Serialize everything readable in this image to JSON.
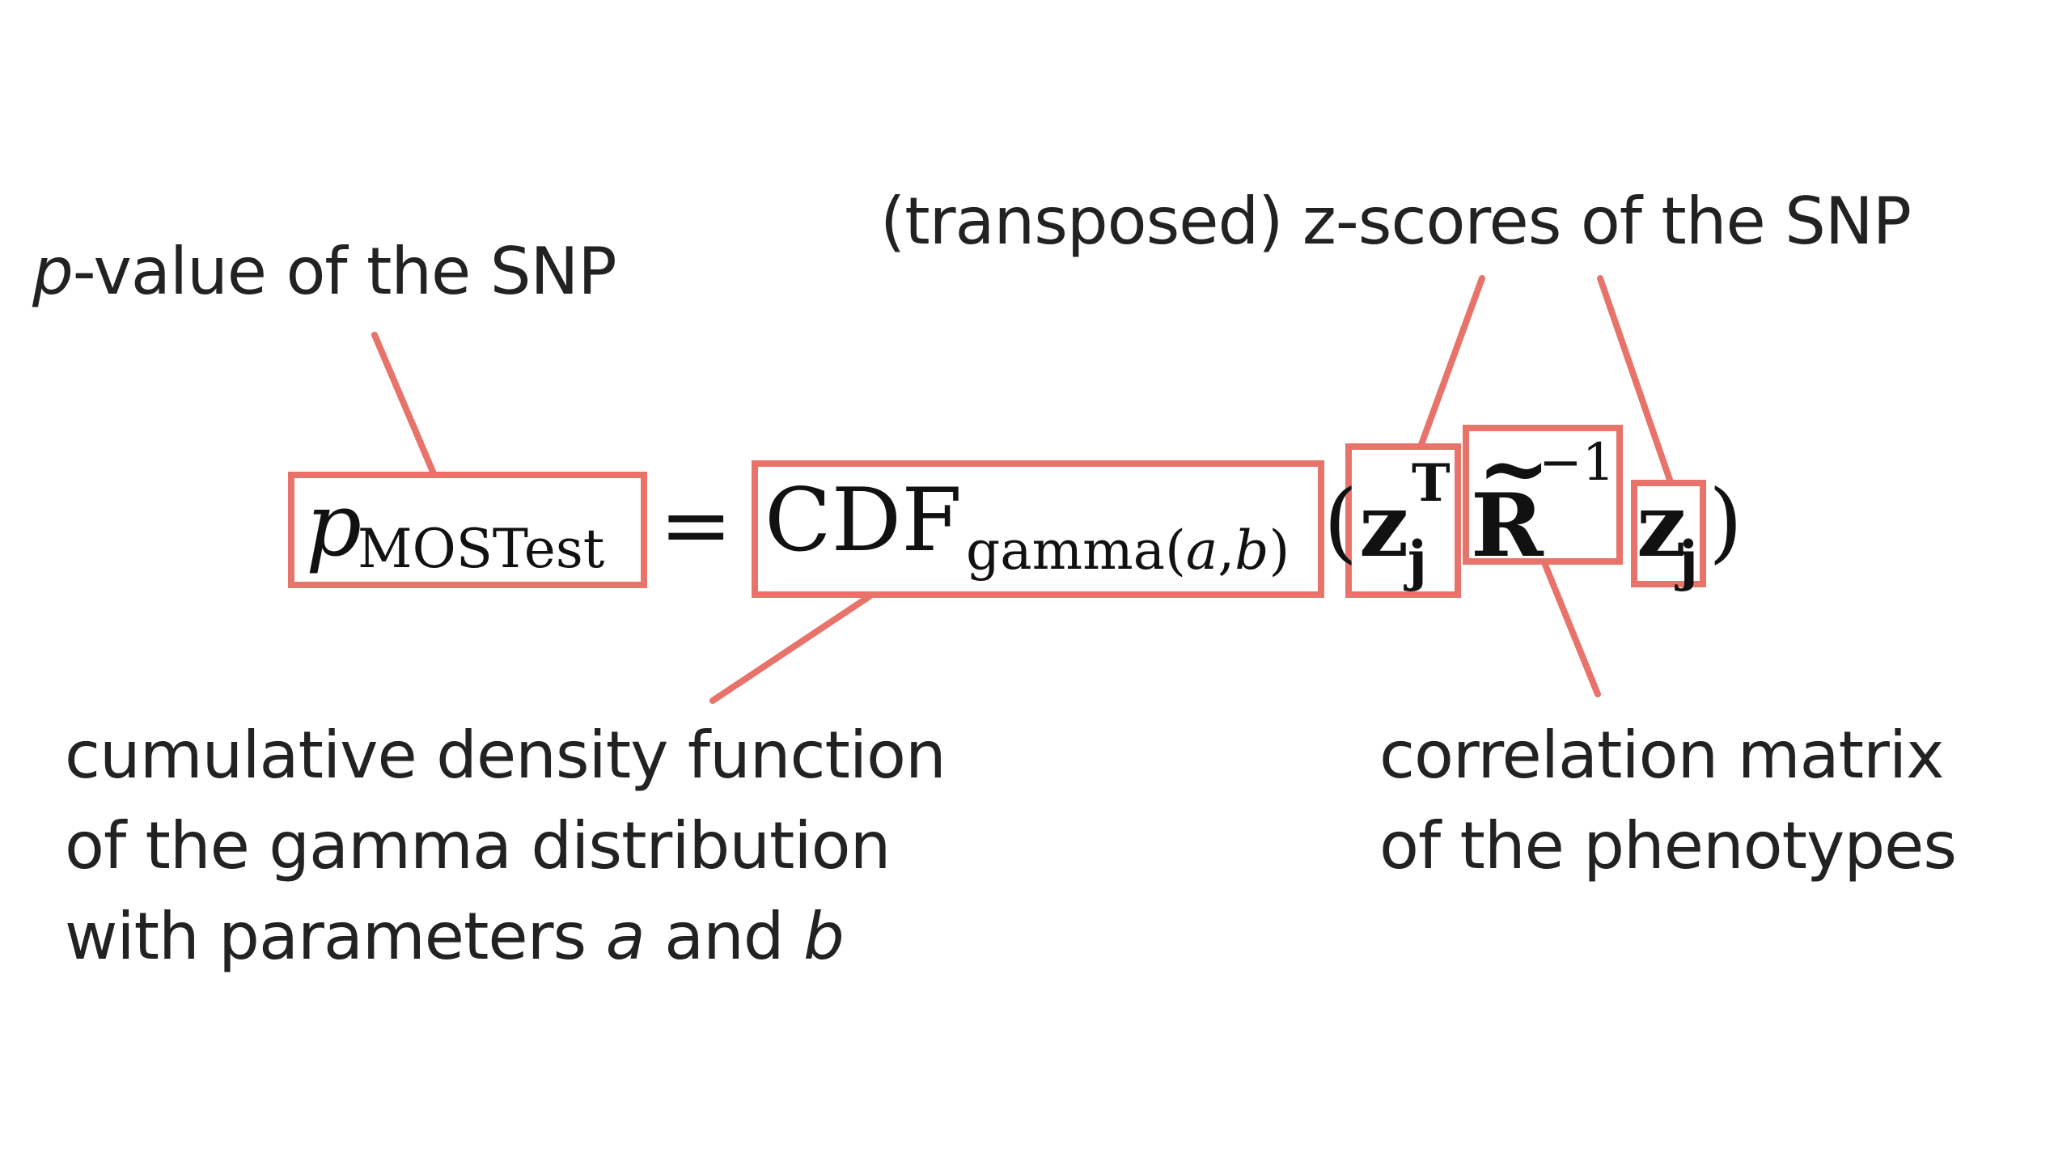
{
  "colors": {
    "accent": "#e8736a",
    "text": "#222222"
  },
  "labels": {
    "pvalue": {
      "italic": "p",
      "rest": "-value of the SNP"
    },
    "zscores": "(transposed) z-scores of the SNP",
    "cdf": {
      "line1": "cumulative density function",
      "line2": "of the gamma distribution",
      "line3_prefix": "with parameters ",
      "line3_a": "a",
      "line3_mid": " and ",
      "line3_b": "b"
    },
    "corr": {
      "line1": "correlation matrix",
      "line2": "of the phenotypes"
    }
  },
  "formula": {
    "p": "p",
    "p_sub": "MOSTest",
    "equals": "=",
    "cdf": "CDF",
    "cdf_sub_prefix": "gamma(",
    "cdf_sub_a": "a",
    "cdf_sub_comma": ",",
    "cdf_sub_b": "b",
    "cdf_sub_suffix": ")",
    "open_paren": "(",
    "z1": "z",
    "z1_sub": "j",
    "z1_sup": "T",
    "R": "R",
    "tilde": "~",
    "R_sup": "−1",
    "z2": "z",
    "z2_sub": "j",
    "close_paren": ")"
  }
}
